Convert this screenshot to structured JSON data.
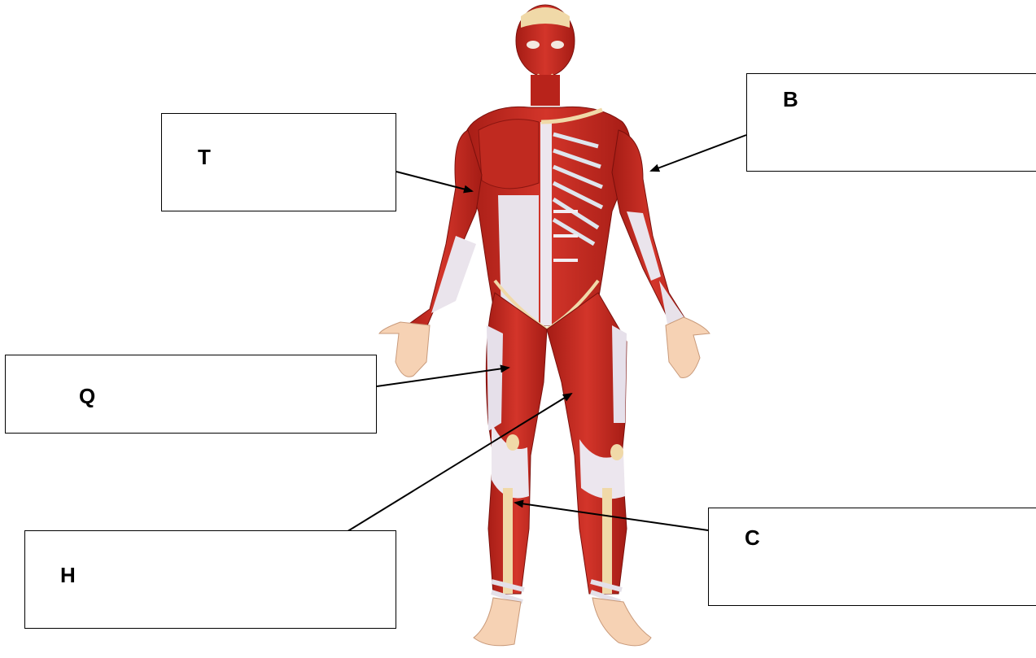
{
  "labels": {
    "t": "T",
    "b": "B",
    "q": "Q",
    "h": "H",
    "c": "C"
  },
  "colors": {
    "muscle": "#c8281e",
    "muscle_dark": "#8e1410",
    "tendon": "#e9e4ec",
    "bone": "#f0d9a8",
    "skin": "#f6d2b4"
  }
}
